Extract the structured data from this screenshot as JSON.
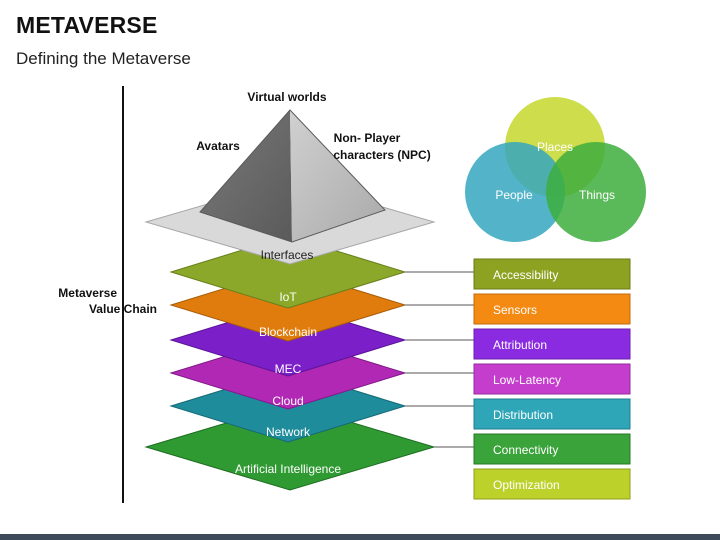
{
  "header": {
    "title": "METAVERSE",
    "subtitle": "Defining the Metaverse"
  },
  "pyramid": {
    "top_label": "Virtual worlds",
    "left_label": "Avatars",
    "right_label_line1": "Non- Player",
    "right_label_line2": "characters (NPC)"
  },
  "value_chain": {
    "label_line1": "Metaverse",
    "label_line2": "Value Chain"
  },
  "layers": [
    {
      "label": "Interfaces",
      "color": "#d9d9d9"
    },
    {
      "label": "IoT",
      "color": "#8ba82a"
    },
    {
      "label": "Blockchain",
      "color": "#e07c0e"
    },
    {
      "label": "MEC",
      "color": "#7b1fc9"
    },
    {
      "label": "Cloud",
      "color": "#b128b4"
    },
    {
      "label": "Network",
      "color": "#1f8c9b"
    },
    {
      "label": "Artificial Intelligence",
      "color": "#2f9a32"
    }
  ],
  "boxes": [
    {
      "label": "Accessibility",
      "color": "#8ea222"
    },
    {
      "label": "Sensors",
      "color": "#f48a12"
    },
    {
      "label": "Attribution",
      "color": "#8a2be2"
    },
    {
      "label": "Low-Latency",
      "color": "#c43dcc"
    },
    {
      "label": "Distribution",
      "color": "#2ea6b8"
    },
    {
      "label": "Connectivity",
      "color": "#3aa33a"
    },
    {
      "label": "Optimization",
      "color": "#bcd22b"
    }
  ],
  "venn": {
    "places": {
      "label": "Places",
      "color": "#c5d72b"
    },
    "people": {
      "label": "People",
      "color": "#35a7c0"
    },
    "things": {
      "label": "Things",
      "color": "#3dae3d"
    }
  }
}
